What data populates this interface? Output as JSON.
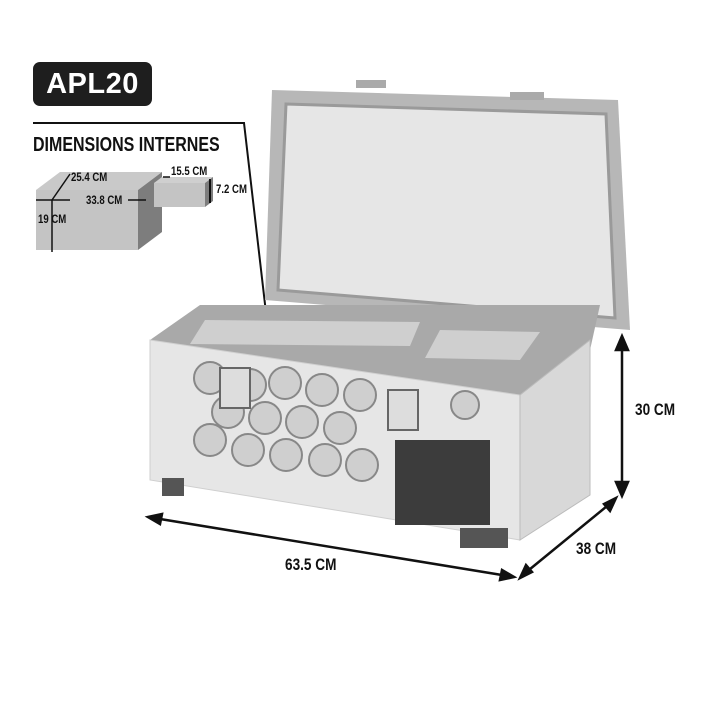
{
  "model": "APL20",
  "internal": {
    "title": "DIMENSIONS INTERNES",
    "depth": "25.4 CM",
    "width": "33.8 CM",
    "height": "19 CM",
    "small_width": "15.5 CM",
    "small_height": "7.2 CM"
  },
  "external": {
    "length": "63.5 CM",
    "depth": "38 CM",
    "height": "30 CM"
  }
}
